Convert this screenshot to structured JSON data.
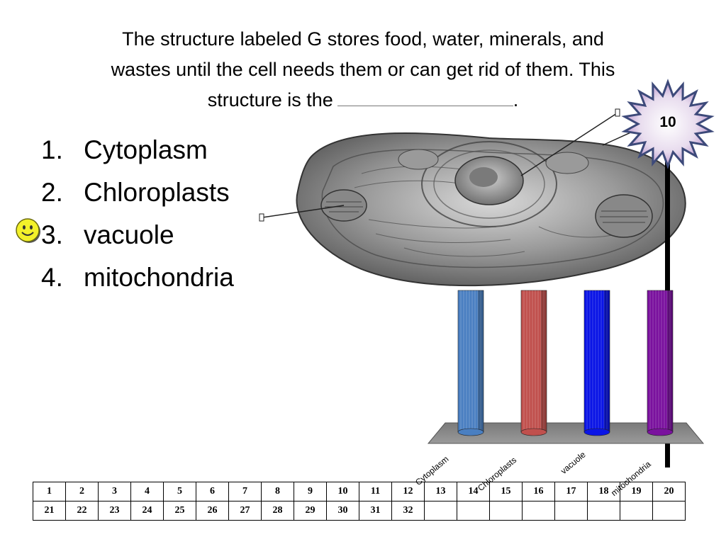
{
  "question": {
    "line1": "The structure labeled G stores food, water, minerals, and",
    "line2": "wastes until the cell needs them or can get rid of them.  This",
    "line3": "structure is the",
    "blank_end": "."
  },
  "answers": [
    {
      "num": "1.",
      "text": "Cytoplasm"
    },
    {
      "num": "2.",
      "text": "Chloroplasts"
    },
    {
      "num": "3.",
      "text": "vacuole"
    },
    {
      "num": "4.",
      "text": "mitochondria"
    }
  ],
  "countdown": {
    "value": "10"
  },
  "chart_data": {
    "type": "bar",
    "categories": [
      "Cytoplasm",
      "Chloroplasts",
      "vacuole",
      "mitochondria"
    ],
    "values": [
      1,
      1,
      1,
      1
    ],
    "colors": [
      "#4a7fc1",
      "#c0504d",
      "#0a14e6",
      "#7a119e"
    ]
  },
  "keypad_grid": {
    "row1": [
      "1",
      "2",
      "3",
      "4",
      "5",
      "6",
      "7",
      "8",
      "9",
      "10",
      "11",
      "12",
      "13",
      "14",
      "15",
      "16",
      "17",
      "18",
      "19",
      "20"
    ],
    "row2": [
      "21",
      "22",
      "23",
      "24",
      "25",
      "26",
      "27",
      "28",
      "29",
      "30",
      "31",
      "32",
      "",
      "",
      "",
      "",
      "",
      "",
      "",
      ""
    ]
  }
}
